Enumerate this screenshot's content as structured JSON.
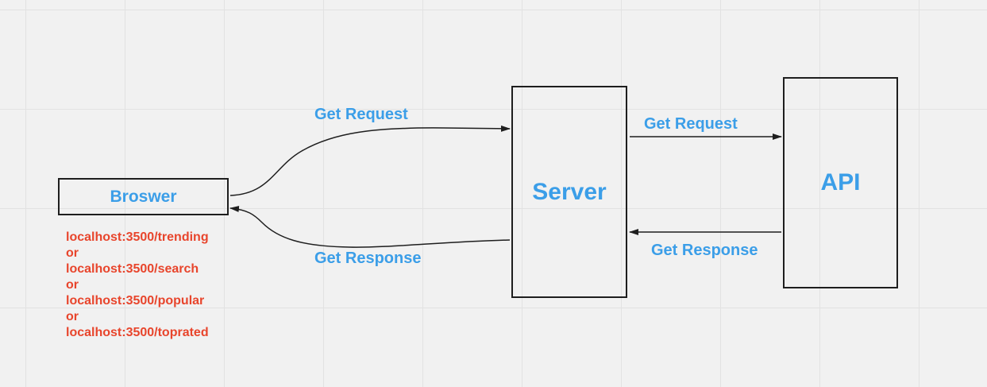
{
  "nodes": {
    "browser": "Broswer",
    "server": "Server",
    "api": "API"
  },
  "edges": {
    "browser_to_server": "Get Request",
    "server_to_api": "Get Request",
    "server_to_browser": "Get Response",
    "api_to_server": "Get Response"
  },
  "browser_urls": [
    "localhost:3500/trending",
    "or",
    "localhost:3500/search",
    "or",
    "localhost:3500/popular",
    "or",
    "localhost:3500/toprated"
  ],
  "colors": {
    "node_text": "#3b9ee8",
    "edge_label": "#3b9ee8",
    "url_text": "#e8452c",
    "stroke": "#1e1e1e",
    "background": "#f1f1f1"
  }
}
